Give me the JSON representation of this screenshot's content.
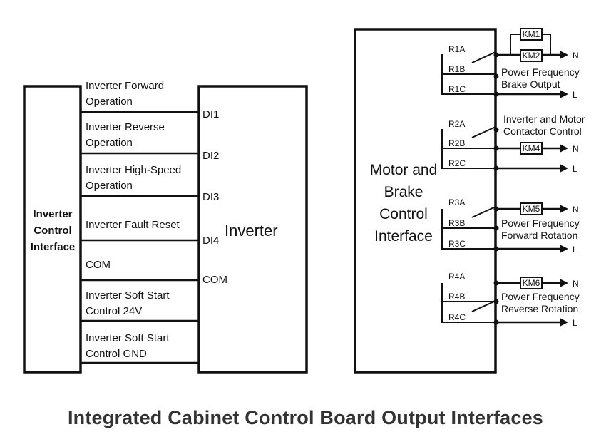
{
  "left_diagram": {
    "interface_label": [
      "Inverter",
      "Control",
      "Interface"
    ],
    "device_label": "Inverter",
    "signals": [
      {
        "lines": [
          "Inverter Forward",
          "Operation"
        ],
        "pin": "DI1"
      },
      {
        "lines": [
          "Inverter Reverse",
          "Operation"
        ],
        "pin": "DI2"
      },
      {
        "lines": [
          "Inverter High-Speed",
          "Operation"
        ],
        "pin": "DI3"
      },
      {
        "lines": [
          "Inverter Fault Reset"
        ],
        "pin": "DI4"
      },
      {
        "lines": [
          "COM"
        ],
        "pin": "COM"
      },
      {
        "lines": [
          "Inverter Soft Start",
          "Control 24V"
        ],
        "pin": ""
      },
      {
        "lines": [
          "Inverter Soft Start",
          "Control GND"
        ],
        "pin": ""
      }
    ]
  },
  "right_diagram": {
    "interface_label": [
      "Motor and",
      "Brake",
      "Control",
      "Interface"
    ],
    "relays": [
      {
        "contacts": [
          "R1A",
          "R1B",
          "R1C"
        ],
        "caption": [
          "Power Frequency",
          "Brake Output"
        ],
        "contactors": [
          "KM1",
          "KM2"
        ],
        "n_label": "N",
        "l_label": "L"
      },
      {
        "contacts": [
          "R2A",
          "R2B",
          "R2C"
        ],
        "caption": [
          "Inverter and Motor",
          "Contactor Control"
        ],
        "contactors": [
          "KM4"
        ],
        "n_label": "N",
        "l_label": "L"
      },
      {
        "contacts": [
          "R3A",
          "R3B",
          "R3C"
        ],
        "caption": [
          "Power Frequency",
          "Forward Rotation"
        ],
        "contactors": [
          "KM5"
        ],
        "n_label": "N",
        "l_label": "L"
      },
      {
        "contacts": [
          "R4A",
          "R4B",
          "R4C"
        ],
        "caption": [
          "Power Frequency",
          "Reverse Rotation"
        ],
        "contactors": [
          "KM6"
        ],
        "n_label": "N",
        "l_label": "L"
      }
    ]
  },
  "title": "Integrated Cabinet Control Board Output Interfaces"
}
